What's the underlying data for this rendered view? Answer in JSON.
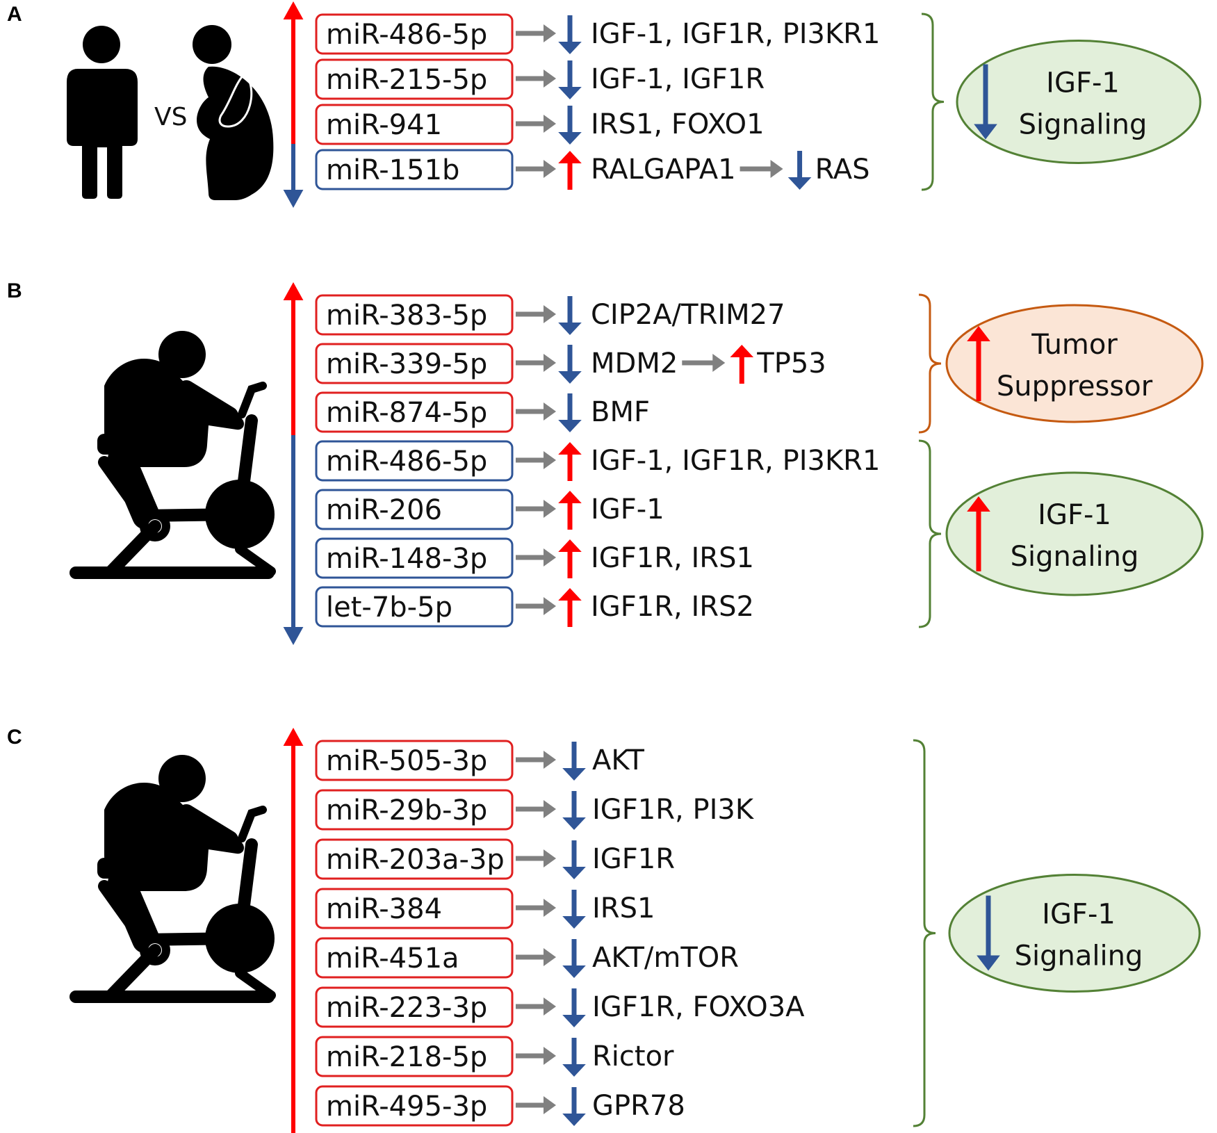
{
  "colors": {
    "up": "#ff0000",
    "down": "#2f5597",
    "box_up": "#e02020",
    "box_down": "#2f5597",
    "connector": "#808080",
    "brace_green": "#538135",
    "brace_orange": "#c55a11",
    "ellipse_green_fill": "#e2efda",
    "ellipse_green_stroke": "#538135",
    "ellipse_orange_fill": "#fbe5d6",
    "ellipse_orange_stroke": "#c55a11"
  },
  "panels": [
    {
      "letter": "A",
      "icon": "person-vs-obese-icon",
      "vs_label": "VS",
      "mirnas": [
        {
          "name": "miR-486-5p",
          "dir": "up",
          "target_dir": "down",
          "targets": "IGF-1, IGF1R, PI3KR1"
        },
        {
          "name": "miR-215-5p",
          "dir": "up",
          "target_dir": "down",
          "targets": "IGF-1, IGF1R"
        },
        {
          "name": "miR-941",
          "dir": "up",
          "target_dir": "down",
          "targets": "IRS1, FOXO1"
        },
        {
          "name": "miR-151b",
          "dir": "down",
          "target_dir": "up",
          "targets": "RALGAPA1",
          "chain_dir": "down",
          "chain_target": "RAS"
        }
      ],
      "groups": [
        {
          "outcome_lines": [
            "IGF-1",
            "Signaling"
          ],
          "outcome_dir": "down",
          "color": "green"
        }
      ]
    },
    {
      "letter": "B",
      "icon": "exercise-bike-icon",
      "mirnas": [
        {
          "name": "miR-383-5p",
          "dir": "up",
          "target_dir": "down",
          "targets": "CIP2A/TRIM27"
        },
        {
          "name": "miR-339-5p",
          "dir": "up",
          "target_dir": "down",
          "targets": "MDM2",
          "chain_dir": "up",
          "chain_target": "TP53"
        },
        {
          "name": "miR-874-5p",
          "dir": "up",
          "target_dir": "down",
          "targets": "BMF"
        },
        {
          "name": "miR-486-5p",
          "dir": "down",
          "target_dir": "up",
          "targets": "IGF-1, IGF1R, PI3KR1"
        },
        {
          "name": "miR-206",
          "dir": "down",
          "target_dir": "up",
          "targets": "IGF-1"
        },
        {
          "name": "miR-148-3p",
          "dir": "down",
          "target_dir": "up",
          "targets": "IGF1R, IRS1"
        },
        {
          "name": "let-7b-5p",
          "dir": "down",
          "target_dir": "up",
          "targets": "IGF1R, IRS2"
        }
      ],
      "groups": [
        {
          "outcome_lines": [
            "Tumor",
            "Suppressor"
          ],
          "outcome_dir": "up",
          "color": "orange"
        },
        {
          "outcome_lines": [
            "IGF-1",
            "Signaling"
          ],
          "outcome_dir": "up",
          "color": "green"
        }
      ]
    },
    {
      "letter": "C",
      "icon": "exercise-bike-icon",
      "mirnas": [
        {
          "name": "miR-505-3p",
          "dir": "up",
          "target_dir": "down",
          "targets": "AKT"
        },
        {
          "name": "miR-29b-3p",
          "dir": "up",
          "target_dir": "down",
          "targets": "IGF1R, PI3K"
        },
        {
          "name": "miR-203a-3p",
          "dir": "up",
          "target_dir": "down",
          "targets": "IGF1R"
        },
        {
          "name": "miR-384",
          "dir": "up",
          "target_dir": "down",
          "targets": "IRS1"
        },
        {
          "name": "miR-451a",
          "dir": "up",
          "target_dir": "down",
          "targets": "AKT/mTOR"
        },
        {
          "name": "miR-223-3p",
          "dir": "up",
          "target_dir": "down",
          "targets": "IGF1R, FOXO3A"
        },
        {
          "name": "miR-218-5p",
          "dir": "up",
          "target_dir": "down",
          "targets": "Rictor"
        },
        {
          "name": "miR-495-3p",
          "dir": "up",
          "target_dir": "down",
          "targets": "GPR78"
        }
      ],
      "groups": [
        {
          "outcome_lines": [
            "IGF-1",
            "Signaling"
          ],
          "outcome_dir": "down",
          "color": "green"
        }
      ]
    }
  ]
}
